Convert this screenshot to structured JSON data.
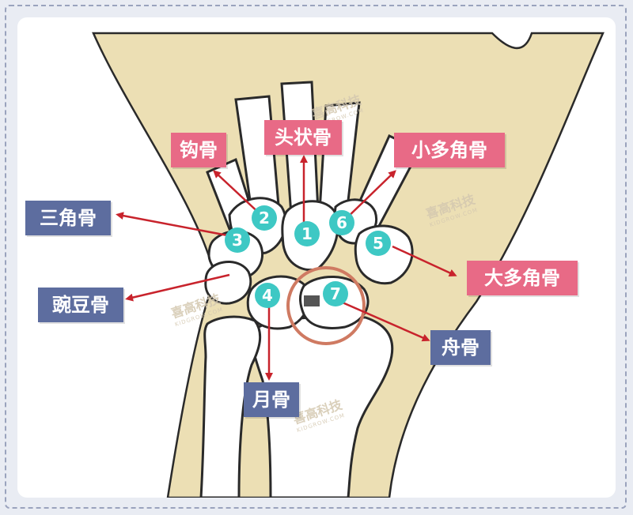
{
  "colors": {
    "skin": "#ecdfb4",
    "bone": "#ffffff",
    "outline": "#2a2a2a",
    "badge": "#3ec8c4",
    "arrow": "#c8232c",
    "circle": "#cf7a62",
    "label_pink": "#e86a86",
    "label_slate": "#5d6d9f"
  },
  "labels": {
    "gougu": "钩骨",
    "touzhuanggu": "头状骨",
    "xiaoduojiaogu": "小多角骨",
    "sanjiaogu": "三角骨",
    "daduojiaogu": "大多角骨",
    "wandougu": "豌豆骨",
    "zhougu": "舟骨",
    "yuegu": "月骨"
  },
  "numbers": [
    "1",
    "2",
    "3",
    "4",
    "5",
    "6",
    "7"
  ],
  "watermark": {
    "text": "喜高科技",
    "sub": "KIDGROW.COM"
  }
}
